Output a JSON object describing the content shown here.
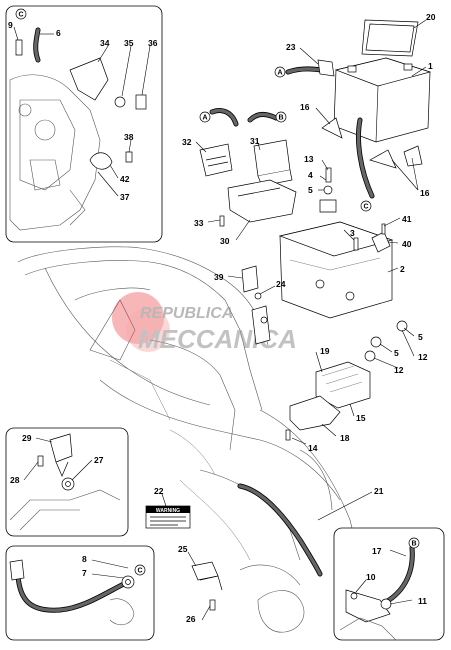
{
  "callouts": {
    "c1": "1",
    "c2": "2",
    "c3": "3",
    "c4": "4",
    "c5": "5",
    "c6": "6",
    "c7": "7",
    "c8": "8",
    "c9": "9",
    "c10": "10",
    "c11": "11",
    "c12": "12",
    "c13": "13",
    "c14": "14",
    "c15": "15",
    "c16": "16",
    "c17": "17",
    "c18": "18",
    "c19": "19",
    "c20": "20",
    "c21": "21",
    "c22": "22",
    "c23": "23",
    "c24": "24",
    "c25": "25",
    "c26": "26",
    "c27": "27",
    "c28": "28",
    "c29": "29",
    "c30": "30",
    "c31": "31",
    "c32": "32",
    "c33": "33",
    "c34": "34",
    "c35": "35",
    "c36": "36",
    "c37": "37",
    "c38": "38",
    "c39": "39",
    "c40": "40",
    "c41": "41",
    "c42": "42"
  },
  "connectors": {
    "a": "A",
    "b": "B",
    "c": "C"
  },
  "watermark": {
    "line1": "REPUBLICA",
    "line2": "MECCANICA",
    "accent_color": "#e8262a"
  },
  "warning_label": {
    "title": "WARNING"
  },
  "colors": {
    "line": "#000000",
    "cable": "#666666",
    "background": "#ffffff"
  }
}
